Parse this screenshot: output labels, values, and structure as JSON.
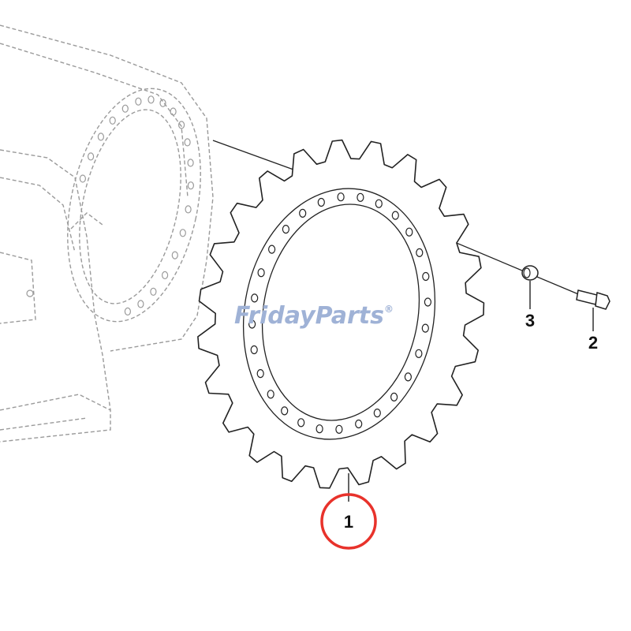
{
  "watermark": {
    "part1": "Friday",
    "part2": "Parts",
    "reg": "®",
    "color_main": "#9fb2d6",
    "color_accent": "#f0b84a"
  },
  "callouts": [
    {
      "id": "1",
      "text": "1",
      "highlighted": true
    },
    {
      "id": "2",
      "text": "2",
      "highlighted": false
    },
    {
      "id": "3",
      "text": "3",
      "highlighted": false
    }
  ],
  "highlight_color": "#e8322b",
  "line_color": "#222222",
  "ghost_color": "#9a9a9a"
}
